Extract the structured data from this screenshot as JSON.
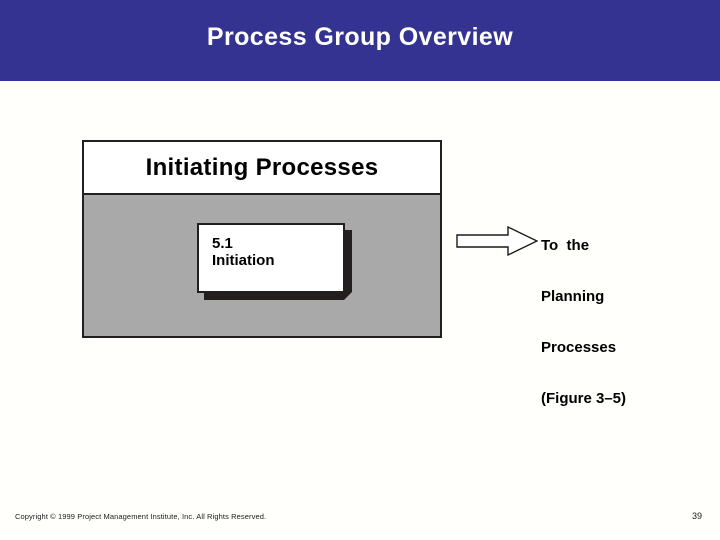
{
  "slide": {
    "title": "Process Group Overview",
    "banner_color": "#343391",
    "background_color": "#fffffc"
  },
  "diagram": {
    "group_header": "Initiating Processes",
    "group_body_color": "#a9a9a9",
    "process_box": {
      "number": "5.1",
      "name": "Initiation",
      "shadow_color": "#231f1f"
    },
    "arrow": {
      "icon": "right-arrow-outline-icon",
      "direction": "right"
    },
    "destination_caption": [
      "To  the",
      "Planning",
      "Processes",
      "(Figure 3–5)"
    ]
  },
  "footer": {
    "copyright": "Copyright © 1999 Project Management Institute, Inc. All Rights Reserved.",
    "page_number": "39"
  }
}
